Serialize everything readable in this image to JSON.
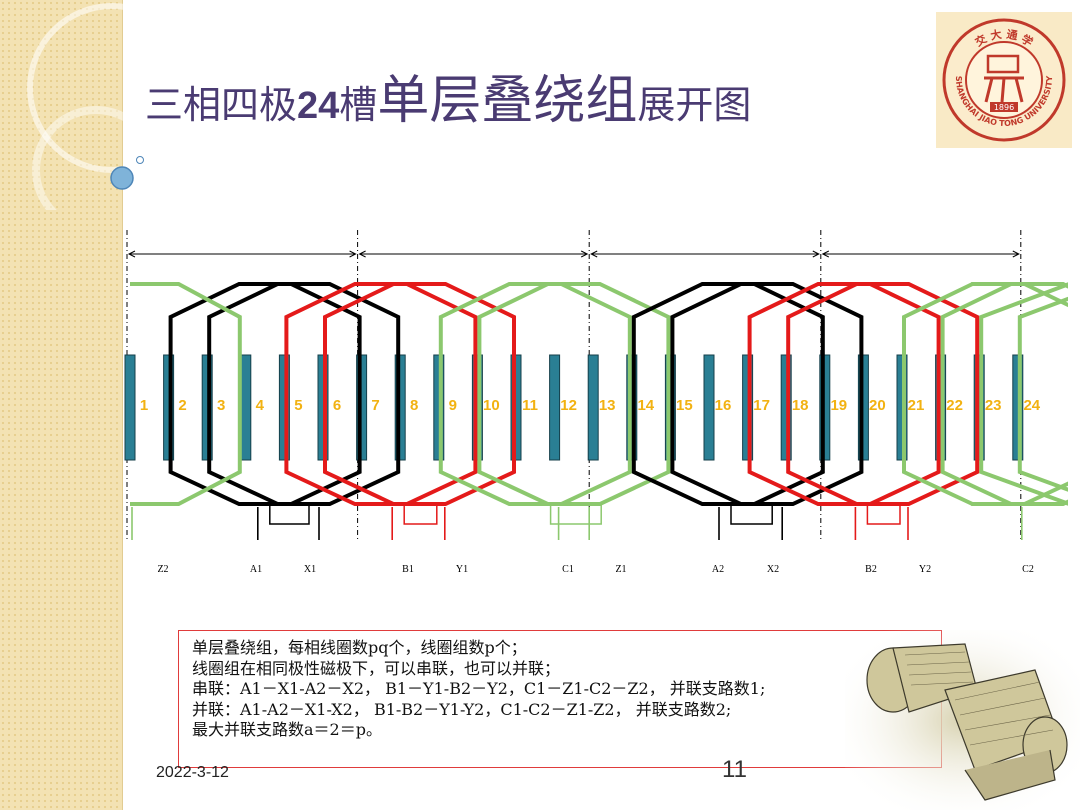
{
  "title": {
    "part1": "三相四极",
    "part2": "24",
    "part3": "槽",
    "part4": "单层叠绕组",
    "part5": "展开图"
  },
  "logo": {
    "top_text": "交 大 通 学",
    "bottom_text": "SHANGHAI JIAO TONG UNIVERSITY",
    "year": "1896"
  },
  "slots": [
    "1",
    "2",
    "3",
    "4",
    "5",
    "6",
    "7",
    "8",
    "9",
    "10",
    "11",
    "12",
    "13",
    "14",
    "15",
    "16",
    "17",
    "18",
    "19",
    "20",
    "21",
    "22",
    "23",
    "24"
  ],
  "terminals": [
    {
      "label": "Z2",
      "phase": "C"
    },
    {
      "label": "A1",
      "phase": "A"
    },
    {
      "label": "X1",
      "phase": "A"
    },
    {
      "label": "B1",
      "phase": "B"
    },
    {
      "label": "Y1",
      "phase": "B"
    },
    {
      "label": "C1",
      "phase": "C"
    },
    {
      "label": "Z1",
      "phase": "C"
    },
    {
      "label": "A2",
      "phase": "A"
    },
    {
      "label": "X2",
      "phase": "A"
    },
    {
      "label": "B2",
      "phase": "B"
    },
    {
      "label": "Y2",
      "phase": "B"
    },
    {
      "label": "C2",
      "phase": "C"
    }
  ],
  "colors": {
    "phase_A": "#000000",
    "phase_B": "#e41a1a",
    "phase_C": "#8cc86e",
    "slot": "#2a7f94",
    "slot_number": "#f2b212",
    "note_border": "#e03b3b"
  },
  "note": {
    "line1": "单层叠绕组，每相线圈数pq个，线圈组数p个；",
    "line2": "线圈组在相同极性磁极下，可以串联，也可以并联；",
    "line3": "串联：A1－X1-A2－X2， B1－Y1-B2－Y2，C1－Z1-C2－Z2， 并联支路数1;",
    "line4": "并联：A1-A2－X1-X2， B1-B2－Y1-Y2，C1-C2－Z1-Z2， 并联支路数2;",
    "line5": "最大并联支路数a＝2＝p。"
  },
  "footer": {
    "date": "2022-3-12",
    "page": "11"
  }
}
